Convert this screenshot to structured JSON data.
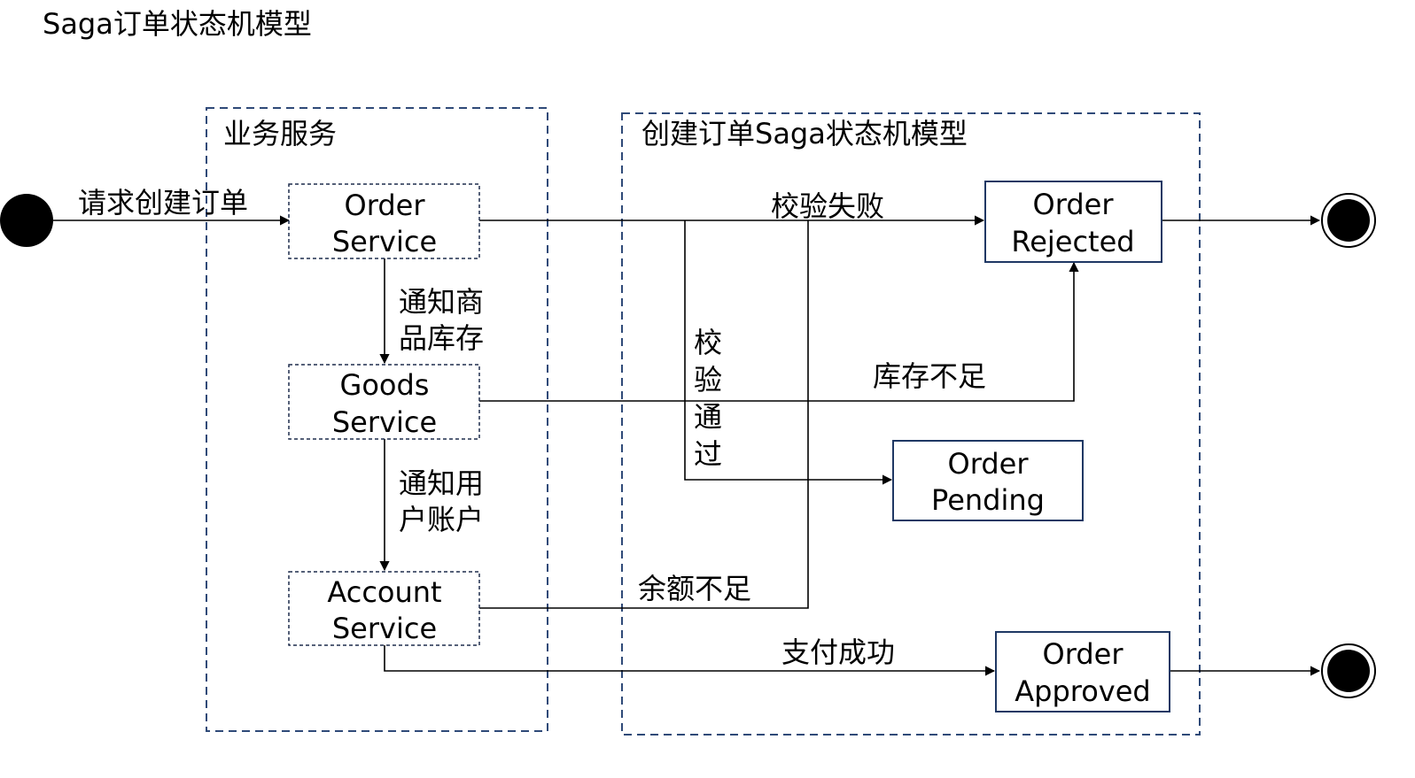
{
  "title": "Saga订单状态机模型",
  "regions": {
    "business": "业务服务",
    "saga": "创建订单Saga状态机模型"
  },
  "services": {
    "order": [
      "Order",
      "Service"
    ],
    "goods": [
      "Goods",
      "Service"
    ],
    "account": [
      "Account",
      "Service"
    ]
  },
  "states": {
    "rejected": [
      "Order",
      "Rejected"
    ],
    "pending": [
      "Order",
      "Pending"
    ],
    "approved": [
      "Order",
      "Approved"
    ]
  },
  "labels": {
    "request": "请求创建订单",
    "notify_goods": [
      "通知商",
      "品库存"
    ],
    "notify_account": [
      "通知用",
      "户账户"
    ],
    "check_failed": "校验失败",
    "check_passed": [
      "校",
      "验",
      "通",
      "过"
    ],
    "stock_short": "库存不足",
    "balance_short": "余额不足",
    "pay_success": "支付成功"
  }
}
